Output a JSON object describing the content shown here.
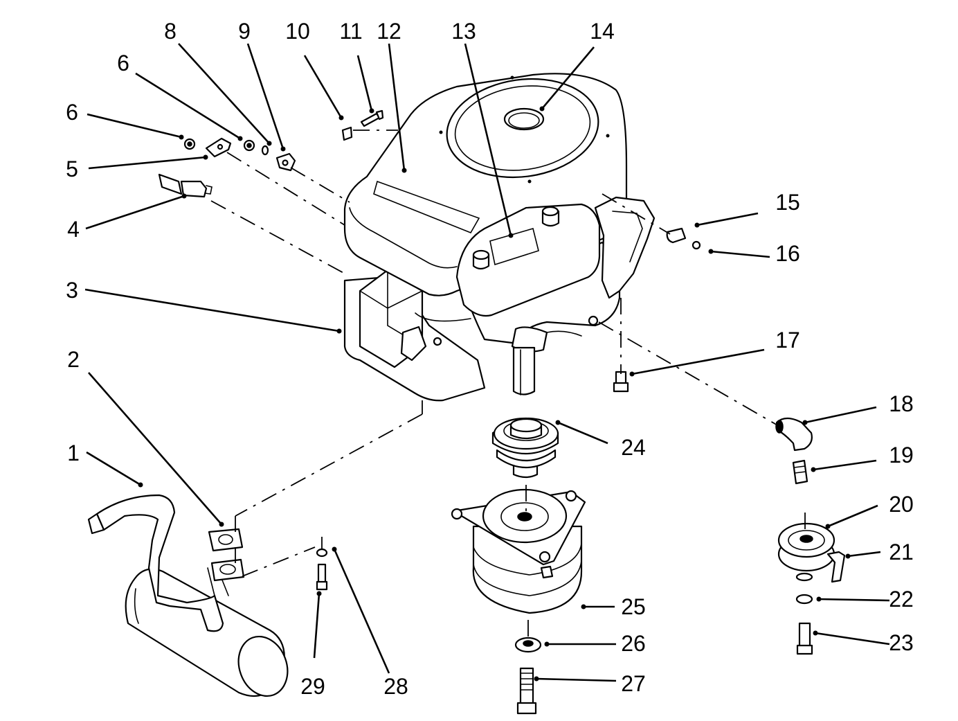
{
  "callouts": [
    {
      "id": "c1",
      "label": "1"
    },
    {
      "id": "c2",
      "label": "2"
    },
    {
      "id": "c3",
      "label": "3"
    },
    {
      "id": "c4",
      "label": "4"
    },
    {
      "id": "c5",
      "label": "5"
    },
    {
      "id": "c6a",
      "label": "6"
    },
    {
      "id": "c6b",
      "label": "6"
    },
    {
      "id": "c8",
      "label": "8"
    },
    {
      "id": "c9",
      "label": "9"
    },
    {
      "id": "c10",
      "label": "10"
    },
    {
      "id": "c11",
      "label": "11"
    },
    {
      "id": "c12",
      "label": "12"
    },
    {
      "id": "c13",
      "label": "13"
    },
    {
      "id": "c14",
      "label": "14"
    },
    {
      "id": "c15",
      "label": "15"
    },
    {
      "id": "c16",
      "label": "16"
    },
    {
      "id": "c17",
      "label": "17"
    },
    {
      "id": "c18",
      "label": "18"
    },
    {
      "id": "c19",
      "label": "19"
    },
    {
      "id": "c20",
      "label": "20"
    },
    {
      "id": "c21",
      "label": "21"
    },
    {
      "id": "c22",
      "label": "22"
    },
    {
      "id": "c23",
      "label": "23"
    },
    {
      "id": "c24",
      "label": "24"
    },
    {
      "id": "c25",
      "label": "25"
    },
    {
      "id": "c26",
      "label": "26"
    },
    {
      "id": "c27",
      "label": "27"
    },
    {
      "id": "c28",
      "label": "28"
    },
    {
      "id": "c29",
      "label": "29"
    }
  ]
}
